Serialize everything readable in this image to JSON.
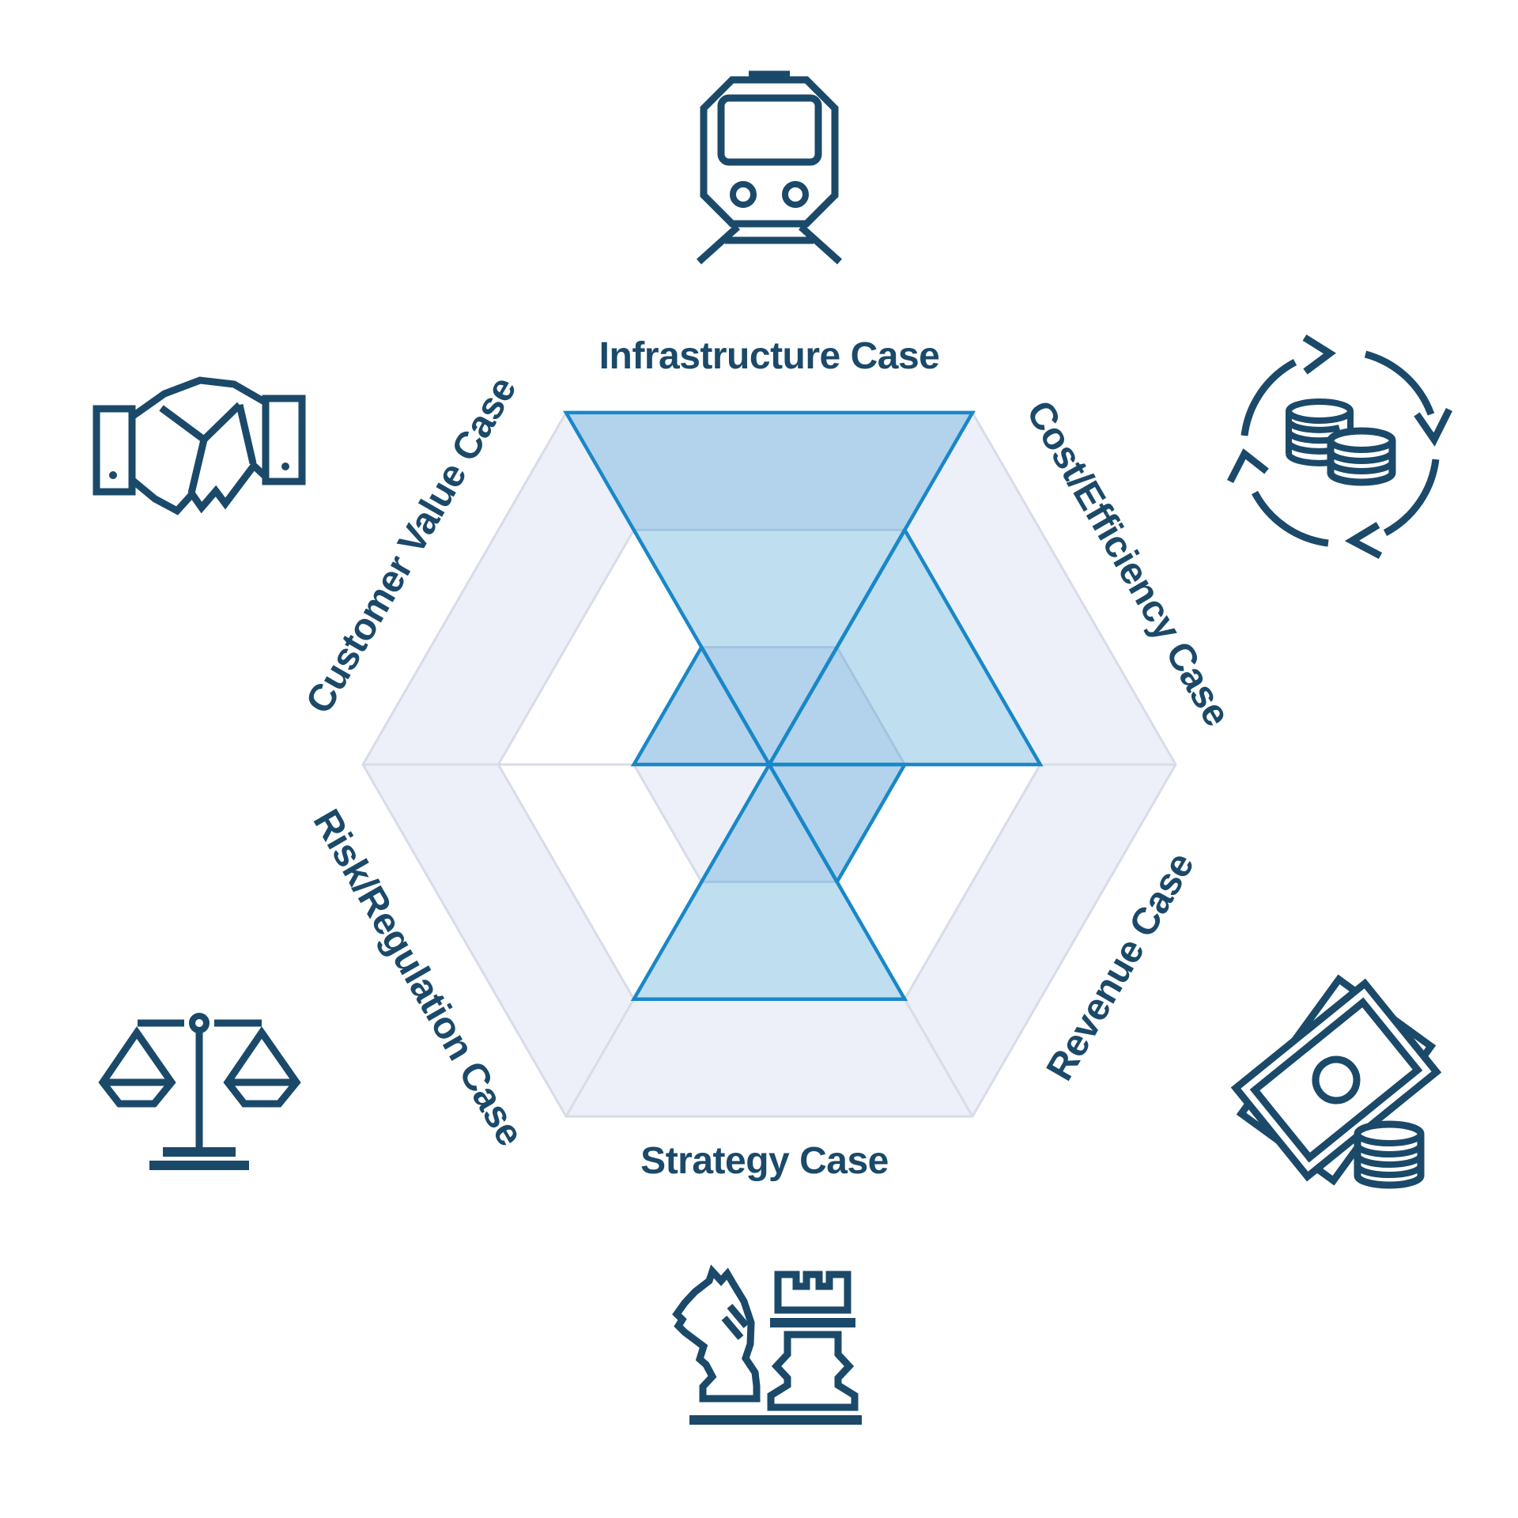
{
  "colors": {
    "accent": "#1987c8",
    "sector_fill": "rgba(25,135,200,0.28)",
    "navy": "#1b4969",
    "ring_lavender": "#edf0f8",
    "grid_line": "#d8dce8",
    "background": "#ffffff"
  },
  "diagram": {
    "type": "hexagon-radar-pinwheel",
    "levels": 3,
    "axes": [
      {
        "id": "infrastructure",
        "label": "Infrastructure Case",
        "value": 3,
        "icon": "train-icon"
      },
      {
        "id": "cost-efficiency",
        "label": "Cost/Efficiency Case",
        "value": 2,
        "icon": "coins-cycle-icon"
      },
      {
        "id": "revenue",
        "label": "Revenue Case",
        "value": 1,
        "icon": "banknote-coins-icon"
      },
      {
        "id": "strategy",
        "label": "Strategy Case",
        "value": 2,
        "icon": "chess-pieces-icon"
      },
      {
        "id": "risk-regulation",
        "label": "Risk/Regulation Case",
        "value": 0,
        "icon": "balance-scale-icon"
      },
      {
        "id": "customer-value",
        "label": "Customer Value Case",
        "value": 1,
        "icon": "handshake-icon"
      }
    ]
  }
}
